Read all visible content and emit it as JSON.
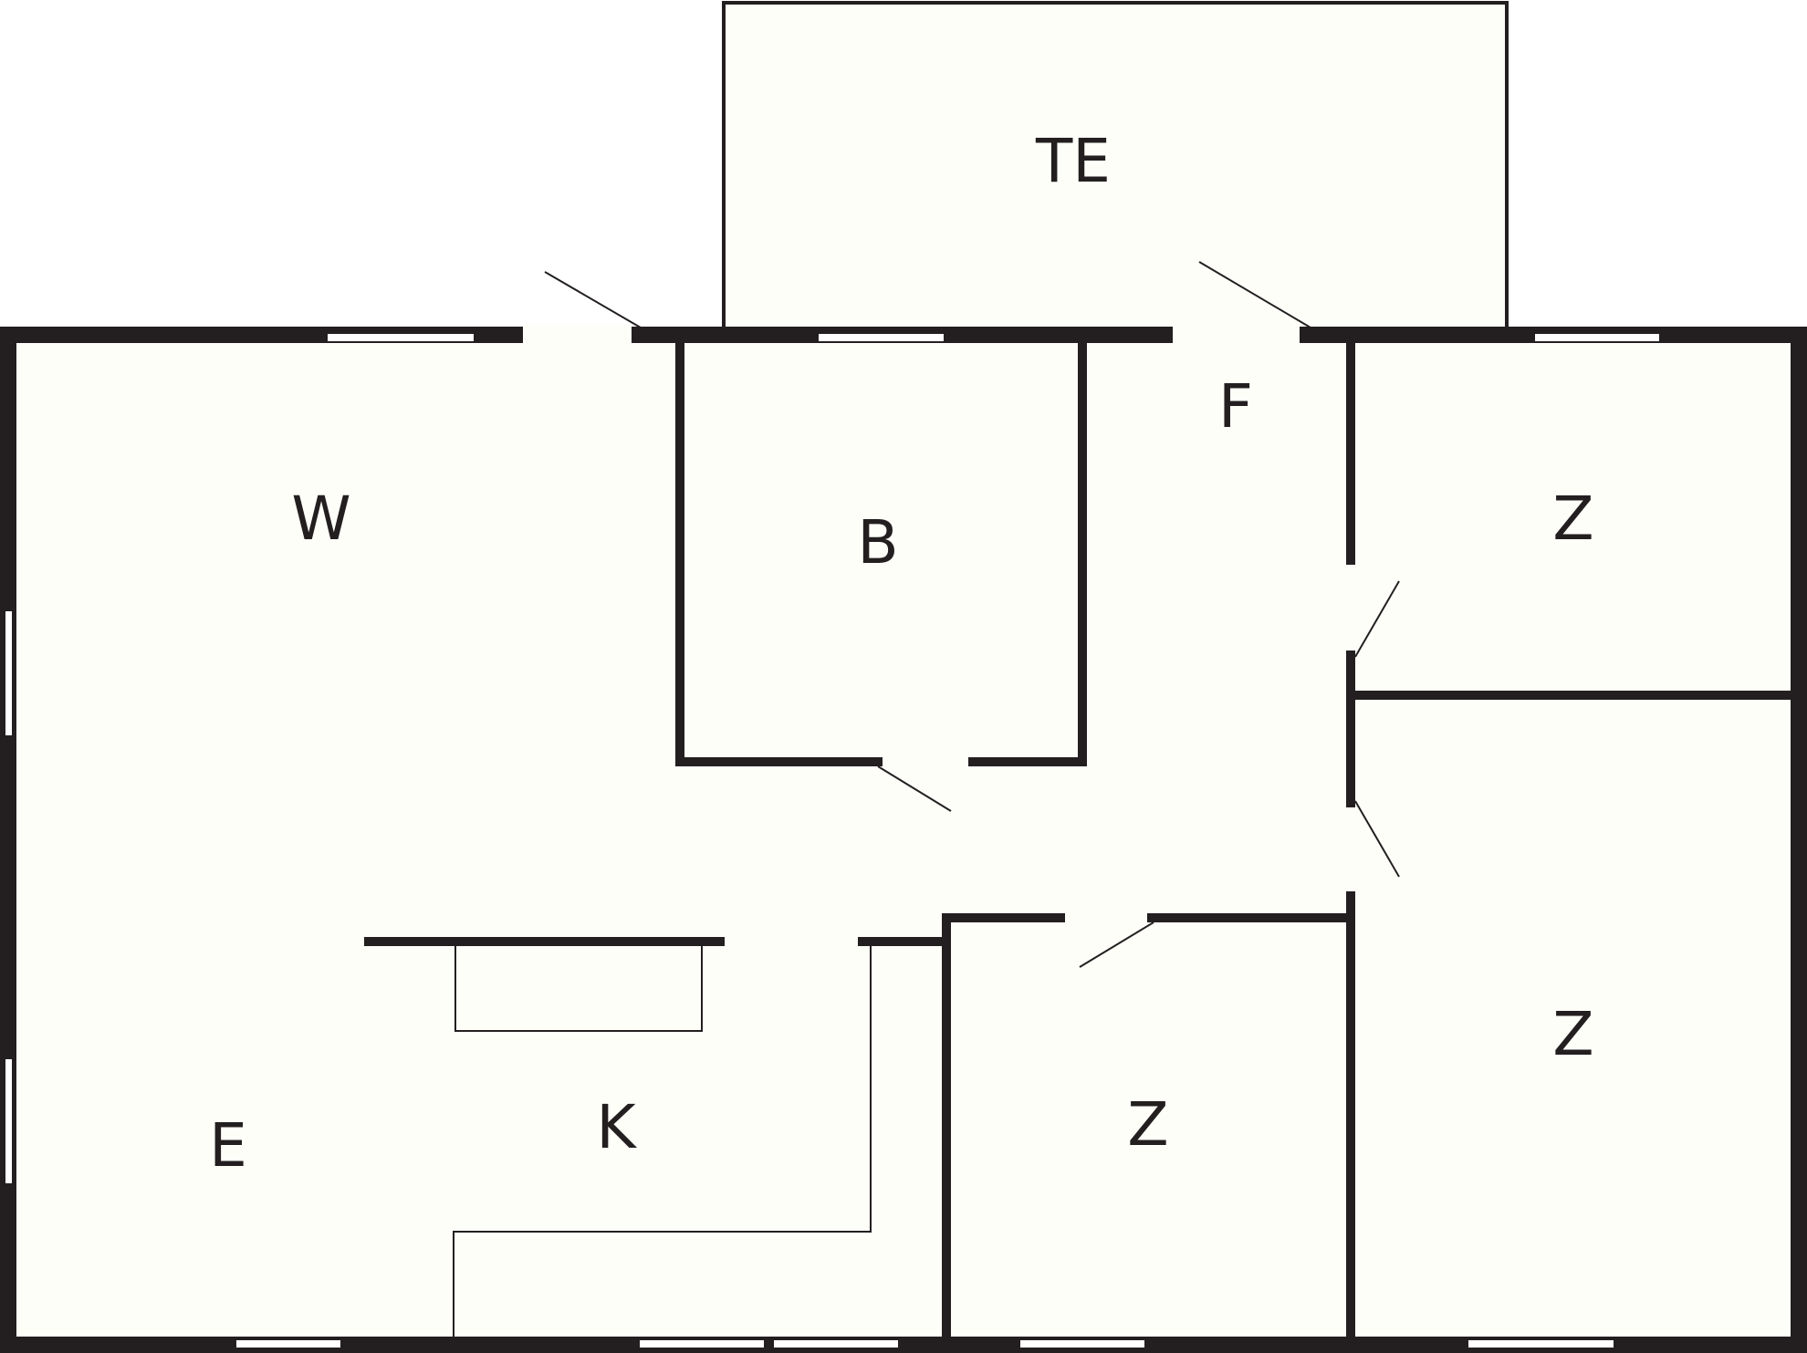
{
  "plan": {
    "colors": {
      "wall": "#231f20",
      "floor": "#fefef9",
      "window": "#ffffff"
    },
    "rooms": {
      "terrace": "TE",
      "living": "W",
      "bath": "B",
      "hall": "F",
      "bedroom_top_right": "Z",
      "bedroom_bottom_right": "Z",
      "bedroom_bottom_center": "Z",
      "dining": "E",
      "kitchen": "K"
    }
  }
}
